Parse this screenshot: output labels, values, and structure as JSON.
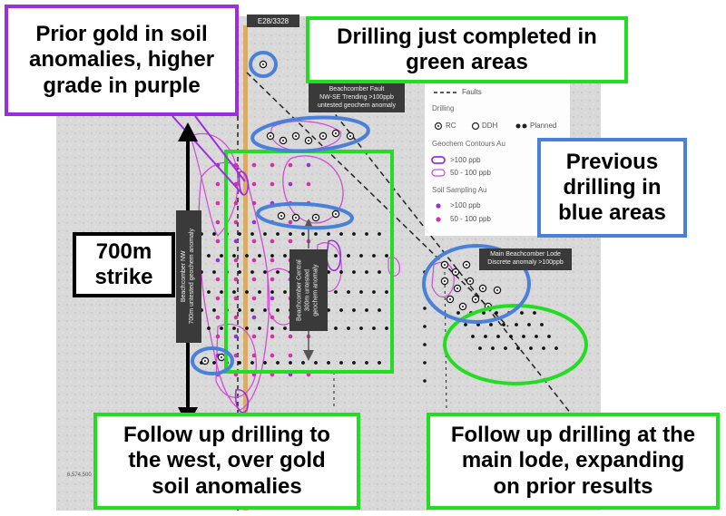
{
  "map": {
    "tenement_label": "E28/3328",
    "coordinate_label": "6,574,500",
    "question_mark": "?",
    "fault_label": {
      "lines": [
        "Beachcomber Fault",
        "NW-SE Trending >100ppb",
        "untested geochem anomaly"
      ]
    },
    "main_lode_label": {
      "lines": [
        "Main Beachcomber Lode",
        "Discrete anomaly >100ppb"
      ]
    },
    "central_label": {
      "lines": [
        "Beachcomber Central",
        "300m untested",
        "geochem anomaly"
      ]
    },
    "nw_label": {
      "lines": [
        "Beachcomber NW",
        "700m untested geochem anomaly"
      ]
    }
  },
  "legend": {
    "faults": "Faults",
    "drilling_heading": "Drilling",
    "rc": "RC",
    "ddh": "DDH",
    "planned": "Planned",
    "geochem_heading": "Geochem Contours Au",
    "geochem_high": ">100 ppb",
    "geochem_mid": "50 - 100 ppb",
    "soil_heading": "Soil Sampling Au",
    "soil_high": ">100 ppb",
    "soil_mid": "50 - 100 ppb"
  },
  "callouts": {
    "prior_gold": {
      "lines": [
        "Prior gold in soil",
        "anomalies, higher",
        "grade in purple"
      ]
    },
    "drilling_completed": {
      "lines": [
        "Drilling just completed in",
        "green areas"
      ]
    },
    "previous_drilling": {
      "lines": [
        "Previous",
        "drilling in",
        "blue areas"
      ]
    },
    "strike": {
      "lines": [
        "700m",
        "strike"
      ]
    },
    "west_followup": {
      "lines": [
        "Follow up drilling to",
        "the west, over gold",
        "soil anomalies"
      ]
    },
    "lode_followup": {
      "lines": [
        "Follow up drilling at the",
        "main lode, expanding",
        "on prior results"
      ]
    }
  },
  "colors": {
    "green": "#22dd22",
    "blue": "#4a80d8",
    "purple": "#9b2fe0",
    "magenta": "#d24ad6",
    "tenement": "#d9a75a",
    "map_bg": "#d8d8d8"
  }
}
